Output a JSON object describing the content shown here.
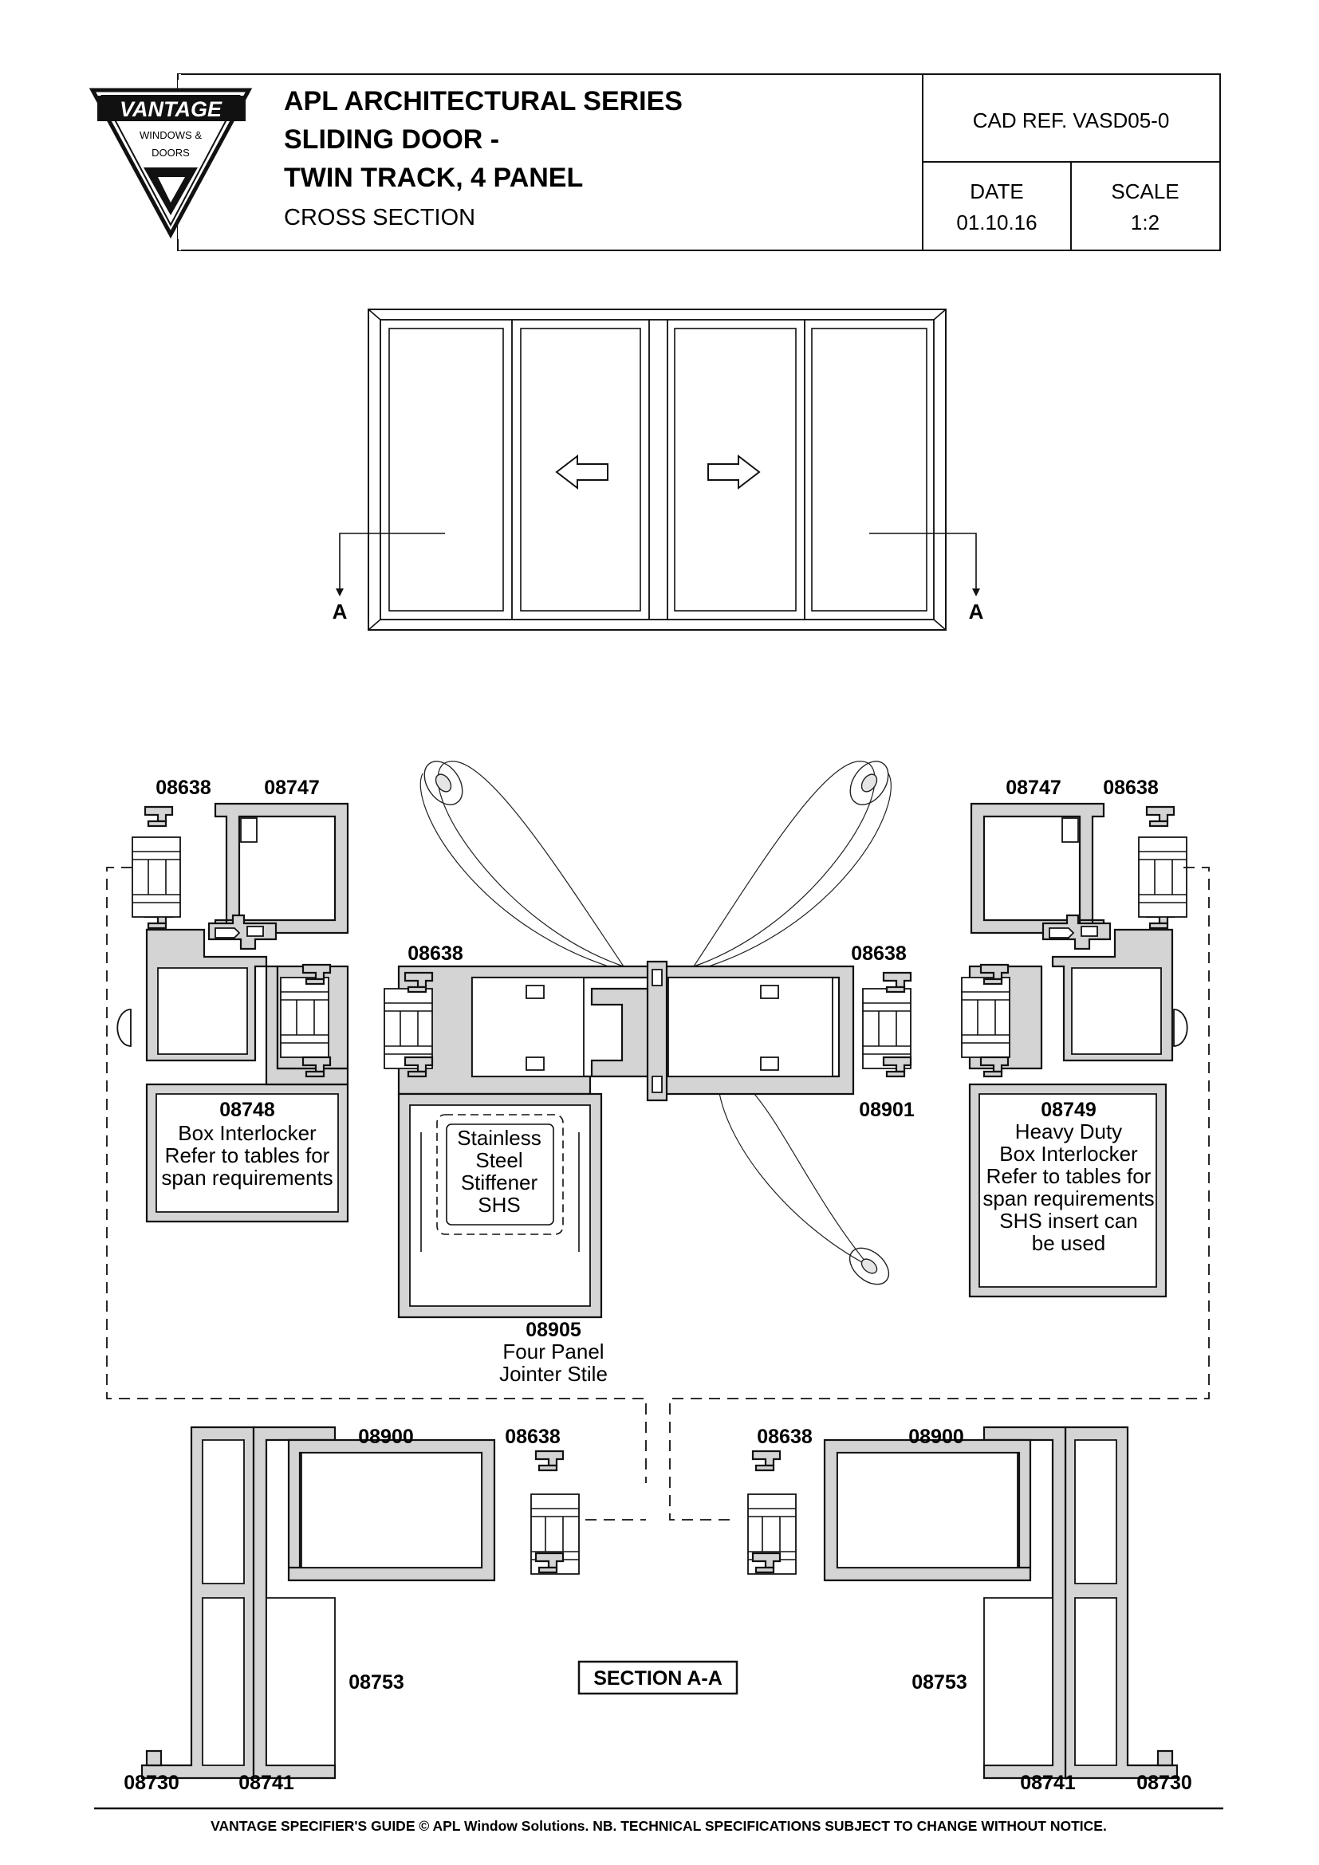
{
  "title_block": {
    "logo_brand": "VANTAGE",
    "logo_sub1": "WINDOWS &",
    "logo_sub2": "DOORS",
    "title_line1": "APL ARCHITECTURAL SERIES",
    "title_line2": "SLIDING DOOR -",
    "title_line3": "TWIN TRACK, 4 PANEL",
    "subtitle": "CROSS SECTION",
    "cad_ref": "CAD REF.  VASD05-0",
    "date_label": "DATE",
    "date_value": "01.10.16",
    "scale_label": "SCALE",
    "scale_value": "1:2"
  },
  "elevation": {
    "section_marker": "A",
    "arrow_left_icon": "arrow-left-outline-icon",
    "arrow_right_icon": "arrow-right-outline-icon"
  },
  "parts": {
    "p08638": "08638",
    "p08747": "08747",
    "p08748": "08748",
    "p08749": "08749",
    "p08901": "08901",
    "p08905": "08905",
    "p08900": "08900",
    "p08753": "08753",
    "p08730": "08730",
    "p08741": "08741"
  },
  "notes": {
    "n08748": [
      "Box Interlocker",
      "Refer to tables for",
      "span requirements"
    ],
    "n08749": [
      "Heavy Duty",
      "Box Interlocker",
      "Refer to tables for",
      "span requirements",
      "SHS insert can",
      "be used"
    ],
    "n08905": [
      "Four Panel",
      "Jointer Stile"
    ],
    "stiffener": [
      "Stainless",
      "Steel",
      "Stiffener",
      "SHS"
    ],
    "section": "SECTION A-A"
  },
  "footer": {
    "text": "VANTAGE SPECIFIER'S GUIDE  © APL Window Solutions. NB. TECHNICAL SPECIFICATIONS SUBJECT TO CHANGE WITHOUT NOTICE."
  }
}
